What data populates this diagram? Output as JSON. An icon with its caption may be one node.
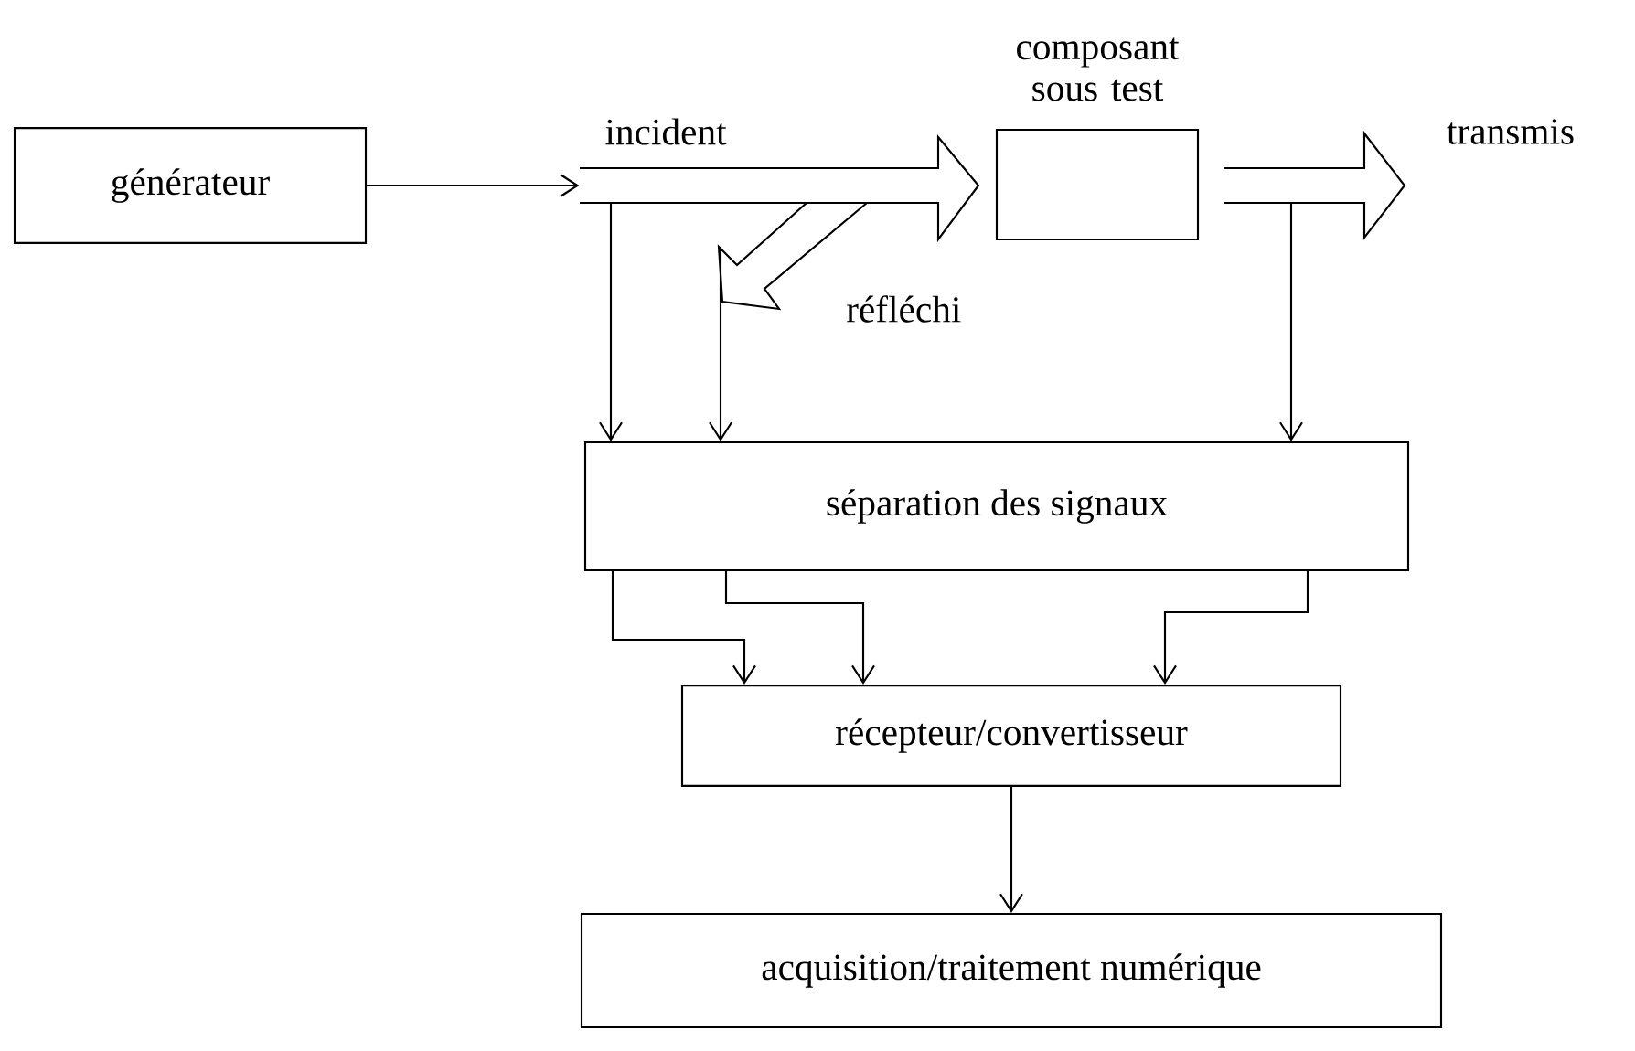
{
  "diagram": {
    "nodes": [
      {
        "text": [
          "générateur"
        ]
      },
      {
        "text": [
          "composant sous test"
        ]
      },
      {
        "text": [
          "séparation des signaux"
        ]
      },
      {
        "text": [
          "récepteur/convertisseur"
        ]
      },
      {
        "text": [
          "acquisition/traitement numérique"
        ]
      },
      {
        "text": [
          "incident"
        ]
      },
      {
        "text": [
          "réfléchi"
        ]
      },
      {
        "text": [
          "transmis"
        ]
      }
    ],
    "edges": [
      {
        "from": 0,
        "to": 5,
        "arrow": "to"
      },
      {
        "from": 5,
        "to": 2,
        "arrow": "to"
      },
      {
        "from": 6,
        "to": 2,
        "arrow": "to"
      },
      {
        "from": 7,
        "to": 2,
        "arrow": "to"
      },
      {
        "from": 2,
        "to": 3,
        "arrow": "to"
      },
      {
        "from": 2,
        "to": 3,
        "arrow": "to"
      },
      {
        "from": 2,
        "to": 3,
        "arrow": "to"
      },
      {
        "from": 3,
        "to": 4,
        "arrow": "to"
      }
    ]
  }
}
